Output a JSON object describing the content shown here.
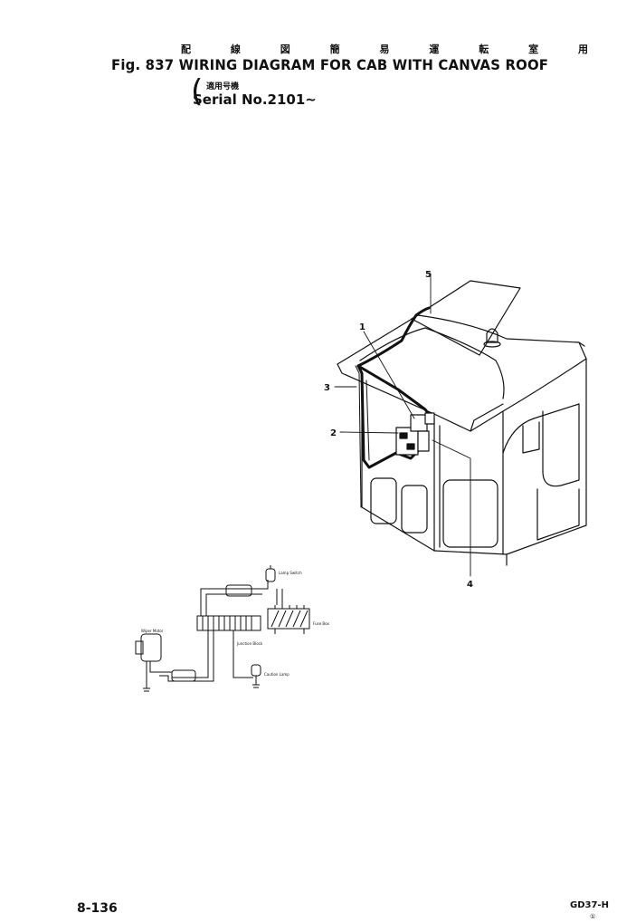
{
  "header": {
    "jp_title_chars": [
      "配",
      "線",
      "図",
      "簡",
      "易",
      "運",
      "転",
      "室",
      "用"
    ],
    "figure_title": "Fig. 837 WIRING DIAGRAM FOR CAB WITH CANVAS ROOF",
    "serial_jp": "適用号機",
    "serial_label": "Serial No.2101~"
  },
  "callouts": [
    "1",
    "2",
    "3",
    "4",
    "5"
  ],
  "schematic": {
    "labels": {
      "lamp_switch": "Lamp Switch",
      "fuse_box": "Fuse Box",
      "junction_block": "Junction Block",
      "wiper_motor": "Wiper Motor",
      "caution_lamp": "Caution Lamp"
    }
  },
  "footer": {
    "page_number": "8-136",
    "model_code": "GD37-H",
    "sub_mark": "①"
  }
}
